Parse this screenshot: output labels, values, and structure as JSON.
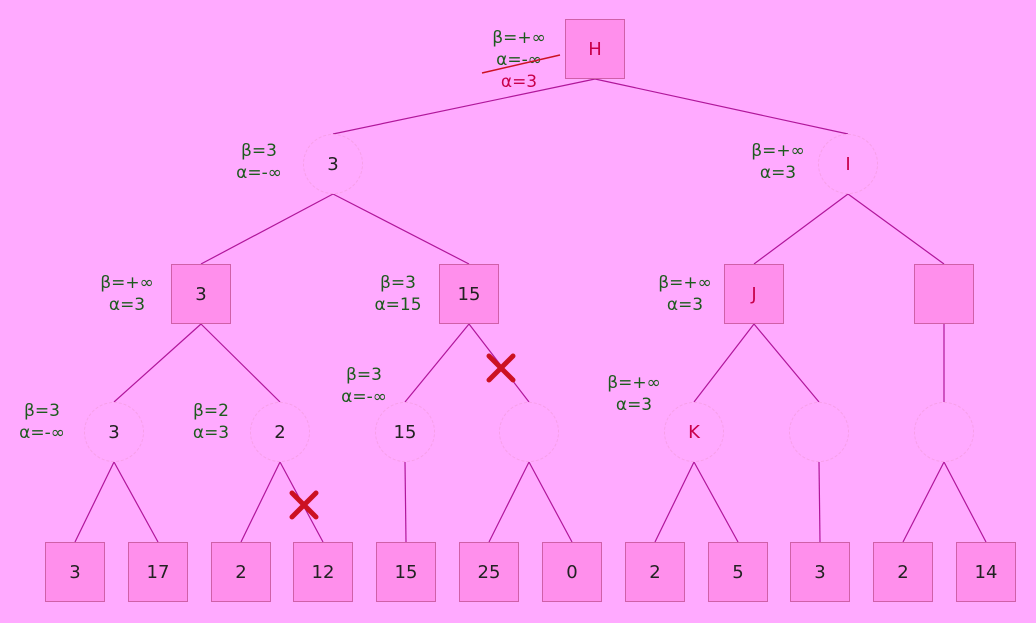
{
  "colors": {
    "background": "#ffaaff",
    "max_fill": "#ff8fec",
    "max_border": "#d060a8",
    "edge": "#b0169a",
    "annotation": "#1d5a1d",
    "highlight": "#c8004a",
    "prune": "#cc1122"
  },
  "nodes": {
    "H": {
      "label": "H"
    },
    "min_l": {
      "label": "3"
    },
    "min_r": {
      "label": "I"
    },
    "max_ll": {
      "label": "3"
    },
    "max_lr": {
      "label": "15"
    },
    "max_rl": {
      "label": "J"
    },
    "max_rr": {
      "label": ""
    },
    "min_1": {
      "label": "3"
    },
    "min_2": {
      "label": "2"
    },
    "min_3": {
      "label": "15"
    },
    "min_4": {
      "label": ""
    },
    "min_5": {
      "label": "K"
    },
    "min_6": {
      "label": ""
    },
    "min_7": {
      "label": ""
    },
    "leaves": [
      "3",
      "17",
      "2",
      "12",
      "15",
      "25",
      "0",
      "2",
      "5",
      "3",
      "2",
      "14"
    ]
  },
  "annotations": {
    "H": {
      "beta": "β=+∞",
      "alpha_old": "α=-∞",
      "alpha_new": "α=3"
    },
    "min_l": {
      "beta": "β=3",
      "alpha": "α=-∞"
    },
    "min_r": {
      "beta": "β=+∞",
      "alpha": "α=3"
    },
    "max_ll": {
      "beta": "β=+∞",
      "alpha": "α=3"
    },
    "max_lr": {
      "beta": "β=3",
      "alpha": "α=15"
    },
    "max_rl": {
      "beta": "β=+∞",
      "alpha": "α=3"
    },
    "min_1": {
      "beta": "β=3",
      "alpha": "α=-∞"
    },
    "min_2": {
      "beta": "β=2",
      "alpha": "α=3"
    },
    "min_3": {
      "beta": "β=3",
      "alpha": "α=-∞"
    },
    "min_5": {
      "beta": "β=+∞",
      "alpha": "α=3"
    }
  },
  "prunes": [
    {
      "name": "prune-mark-15-branch",
      "icon": "cross-icon"
    },
    {
      "name": "prune-mark-leaf-12",
      "icon": "cross-icon"
    }
  ]
}
